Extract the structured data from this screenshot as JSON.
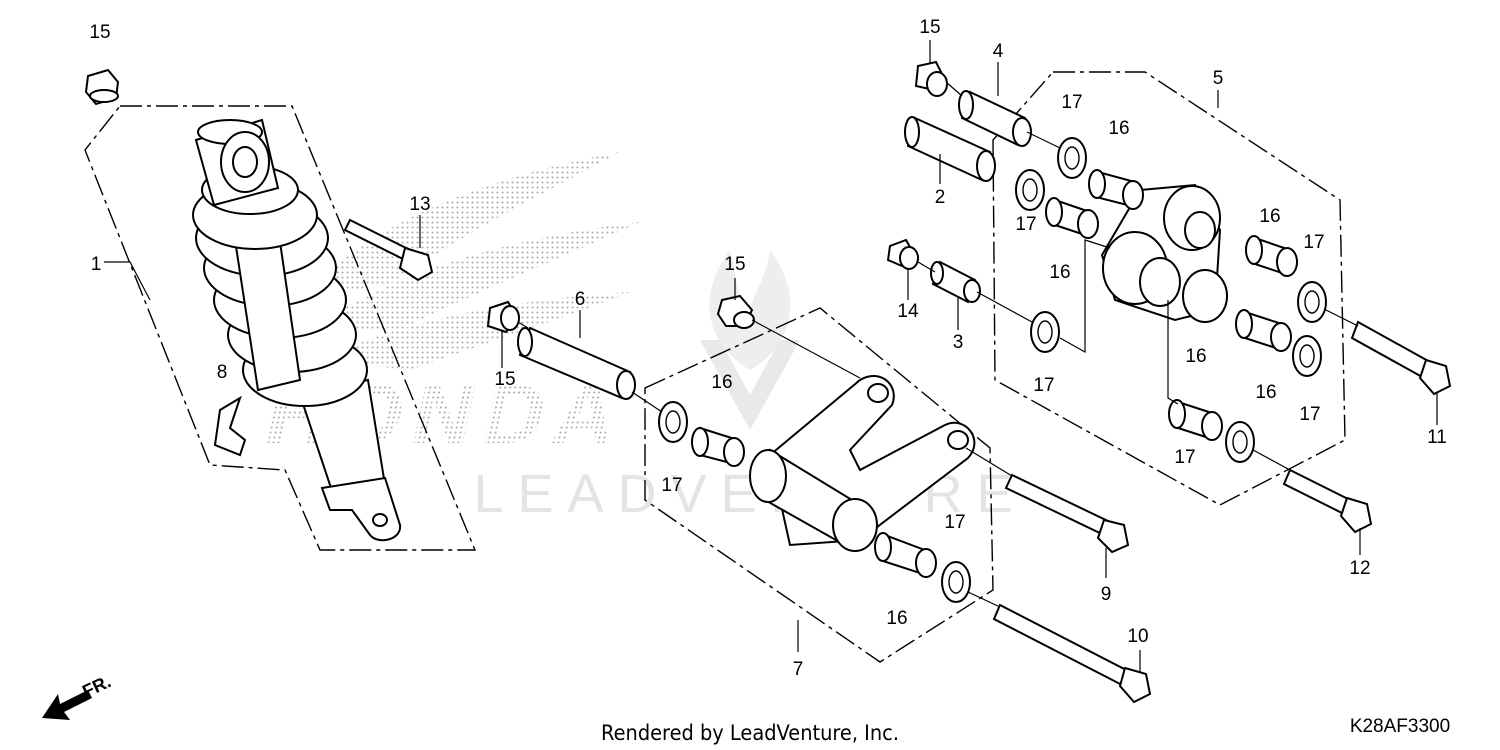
{
  "diagram": {
    "code": "K28AF3300",
    "credit": "Rendered by LeadVenture, Inc.",
    "watermark": "LEADVENTURE",
    "brand": "HONDA",
    "front_label": "FR.",
    "callouts": [
      "1",
      "2",
      "3",
      "4",
      "5",
      "6",
      "7",
      "8",
      "9",
      "10",
      "11",
      "12",
      "13",
      "14",
      "15",
      "15",
      "15",
      "15",
      "16",
      "16",
      "16",
      "16",
      "16",
      "16",
      "16",
      "17",
      "17",
      "17",
      "17",
      "17",
      "17",
      "17",
      "17"
    ]
  }
}
